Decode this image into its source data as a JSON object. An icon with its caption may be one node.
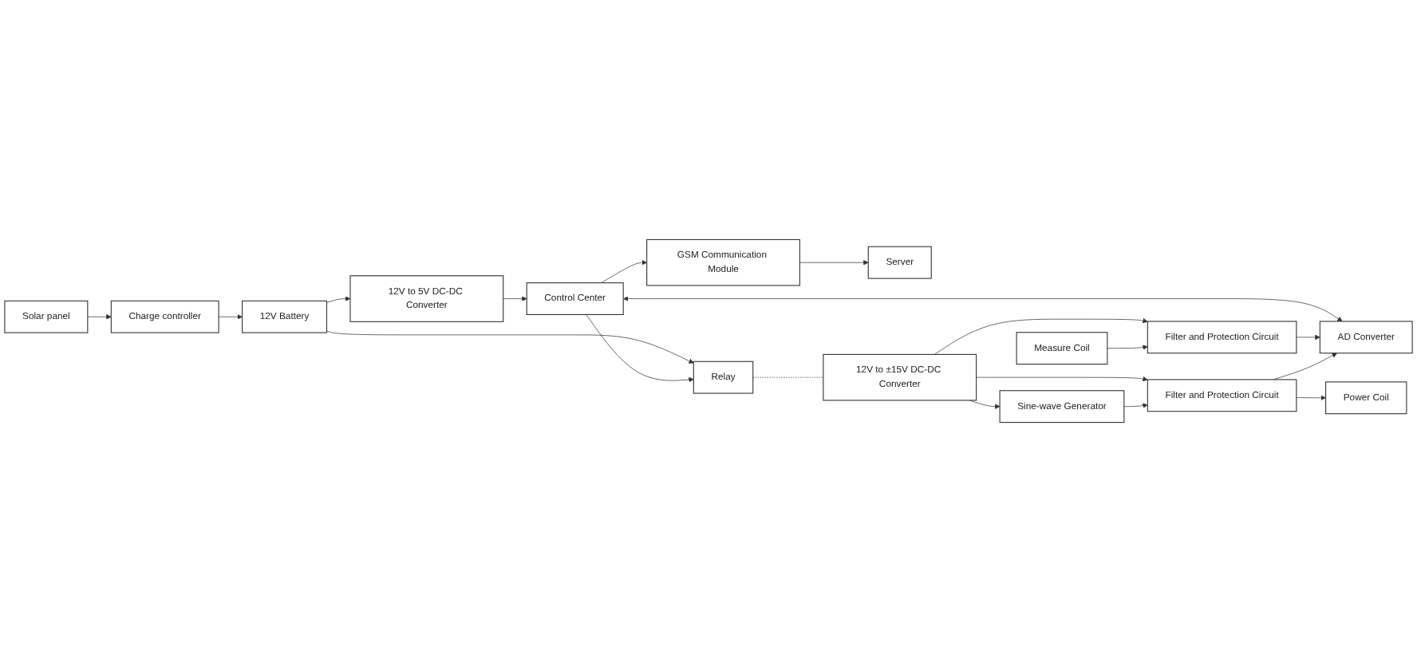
{
  "diagram": {
    "nodes": [
      {
        "text": [
          "Solar panel"
        ]
      },
      {
        "text": [
          "GSM Communication Module"
        ]
      },
      {
        "text": [
          "Server"
        ]
      },
      {
        "text": [
          "Charge controller"
        ]
      },
      {
        "text": [
          "12V to 5V DC-DC Converter"
        ]
      },
      {
        "text": [
          "Control Center"
        ]
      },
      {
        "text": [
          "Filter and Protection Circuit"
        ]
      },
      {
        "text": [
          "Measure Coil"
        ]
      },
      {
        "text": [
          "12V Battery"
        ]
      },
      {
        "text": [
          "Relay"
        ]
      },
      {
        "text": [
          "12V to ±15V DC-DC Converter"
        ]
      },
      {
        "text": [
          "AD Converter"
        ]
      },
      {
        "text": [
          "Sine-wave Generator"
        ]
      },
      {
        "text": [
          "Filter and Protection Circuit"
        ]
      },
      {
        "text": [
          "Power Coil"
        ]
      }
    ],
    "edges": [
      {
        "from": 0,
        "to": 3,
        "arrow": "to"
      },
      {
        "from": 3,
        "to": 8,
        "arrow": "to"
      },
      {
        "from": 8,
        "to": 4,
        "arrow": "to"
      },
      {
        "from": 8,
        "to": 9,
        "arrow": "to"
      },
      {
        "from": 4,
        "to": 5,
        "arrow": "to"
      },
      {
        "from": 5,
        "to": 1,
        "arrow": "to"
      },
      {
        "from": 1,
        "to": 2,
        "arrow": "to"
      },
      {
        "from": 5,
        "to": 9,
        "arrow": "to"
      },
      {
        "from": 9,
        "to": 10,
        "arrow": "none",
        "style": "dashed"
      },
      {
        "from": 10,
        "to": 6,
        "arrow": "to"
      },
      {
        "from": 10,
        "to": 13,
        "arrow": "to"
      },
      {
        "from": 10,
        "to": 12,
        "arrow": "to"
      },
      {
        "from": 12,
        "to": 13,
        "arrow": "to"
      },
      {
        "from": 5,
        "to": 11,
        "arrow": "both"
      },
      {
        "from": 7,
        "to": 6,
        "arrow": "to"
      },
      {
        "from": 6,
        "to": 11,
        "arrow": "to"
      },
      {
        "from": 13,
        "to": 11,
        "arrow": "to"
      },
      {
        "from": 13,
        "to": 14,
        "arrow": "to"
      }
    ]
  }
}
